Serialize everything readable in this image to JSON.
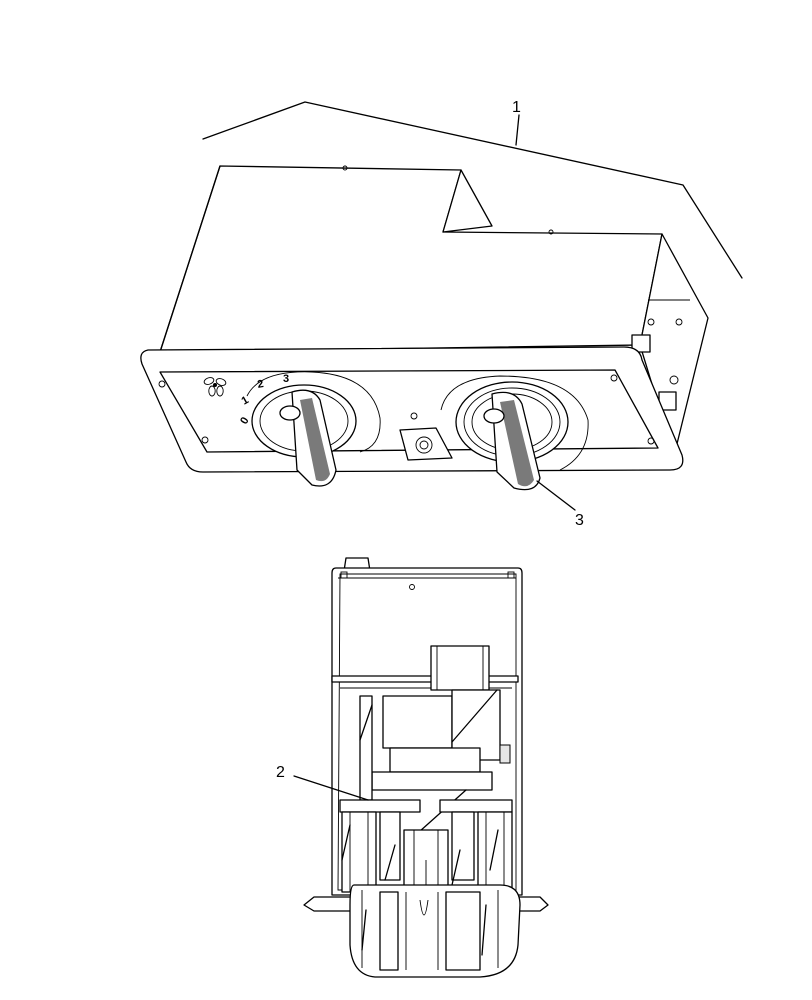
{
  "callouts": {
    "c1": "1",
    "c2": "2",
    "c3": "3"
  },
  "dial_scale": {
    "s0": "0",
    "s1": "1",
    "s2": "2",
    "s3": "3"
  },
  "icons": [
    "fan-icon"
  ],
  "colors": {
    "line": "#000000",
    "shade": "#7a7a7a",
    "background": "#ffffff"
  }
}
